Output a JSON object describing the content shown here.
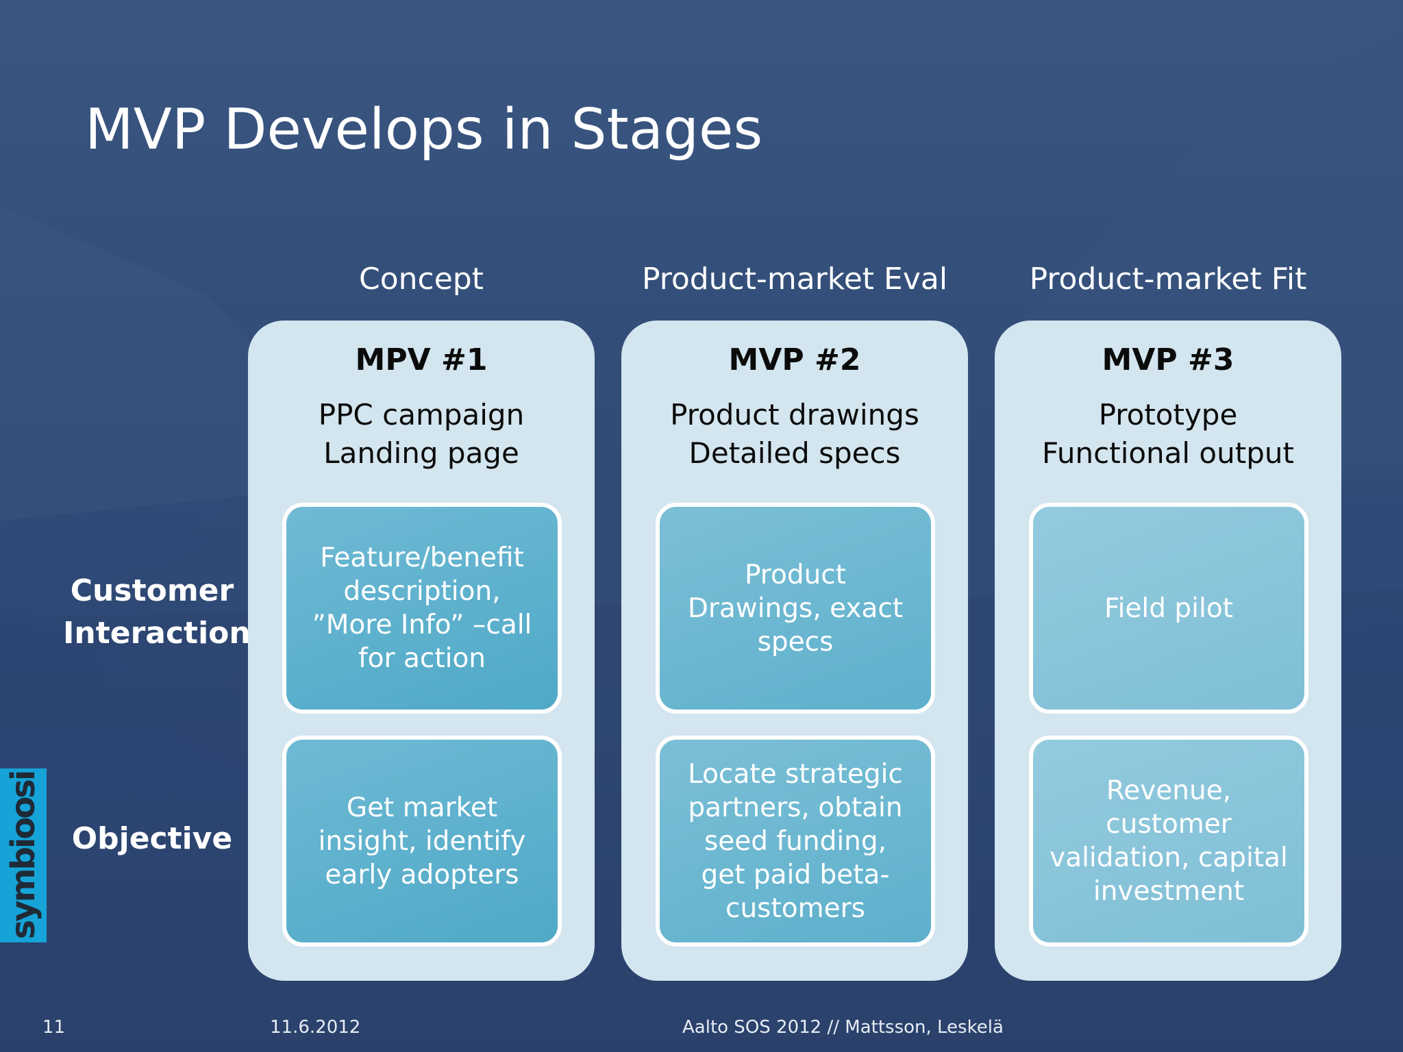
{
  "slide": {
    "title": "MVP Develops in Stages"
  },
  "stages": [
    {
      "label": "Concept",
      "mvp_title": "MPV #1",
      "subtitle_lines": [
        "PPC campaign",
        "Landing page"
      ],
      "customer_interaction": "Feature/benefit description, ”More Info” –call for action",
      "objective": "Get market insight, identify early adopters"
    },
    {
      "label": "Product-market Eval",
      "mvp_title": "MVP #2",
      "subtitle_lines": [
        "Product drawings",
        "Detailed specs"
      ],
      "customer_interaction": "Product Drawings, exact specs",
      "objective": "Locate strategic partners, obtain seed funding, get paid beta-customers"
    },
    {
      "label": "Product-market Fit",
      "mvp_title": "MVP #3",
      "subtitle_lines": [
        "Prototype",
        "Functional output"
      ],
      "customer_interaction": "Field pilot",
      "objective": "Revenue, customer validation, capital investment"
    }
  ],
  "row_labels": {
    "customer_interaction": [
      "Customer",
      "Interaction"
    ],
    "objective": "Objective"
  },
  "logo": {
    "text": "symbioosi"
  },
  "footer": {
    "page_number": "11",
    "date": "11.6.2012",
    "credit": "Aalto SOS 2012 // Mattsson, Leskelä"
  },
  "colors": {
    "background": "#2f4b76",
    "column_panel": "#d3e5ee",
    "card_border": "#ffffff",
    "logo_bar": "#15a3d8"
  }
}
